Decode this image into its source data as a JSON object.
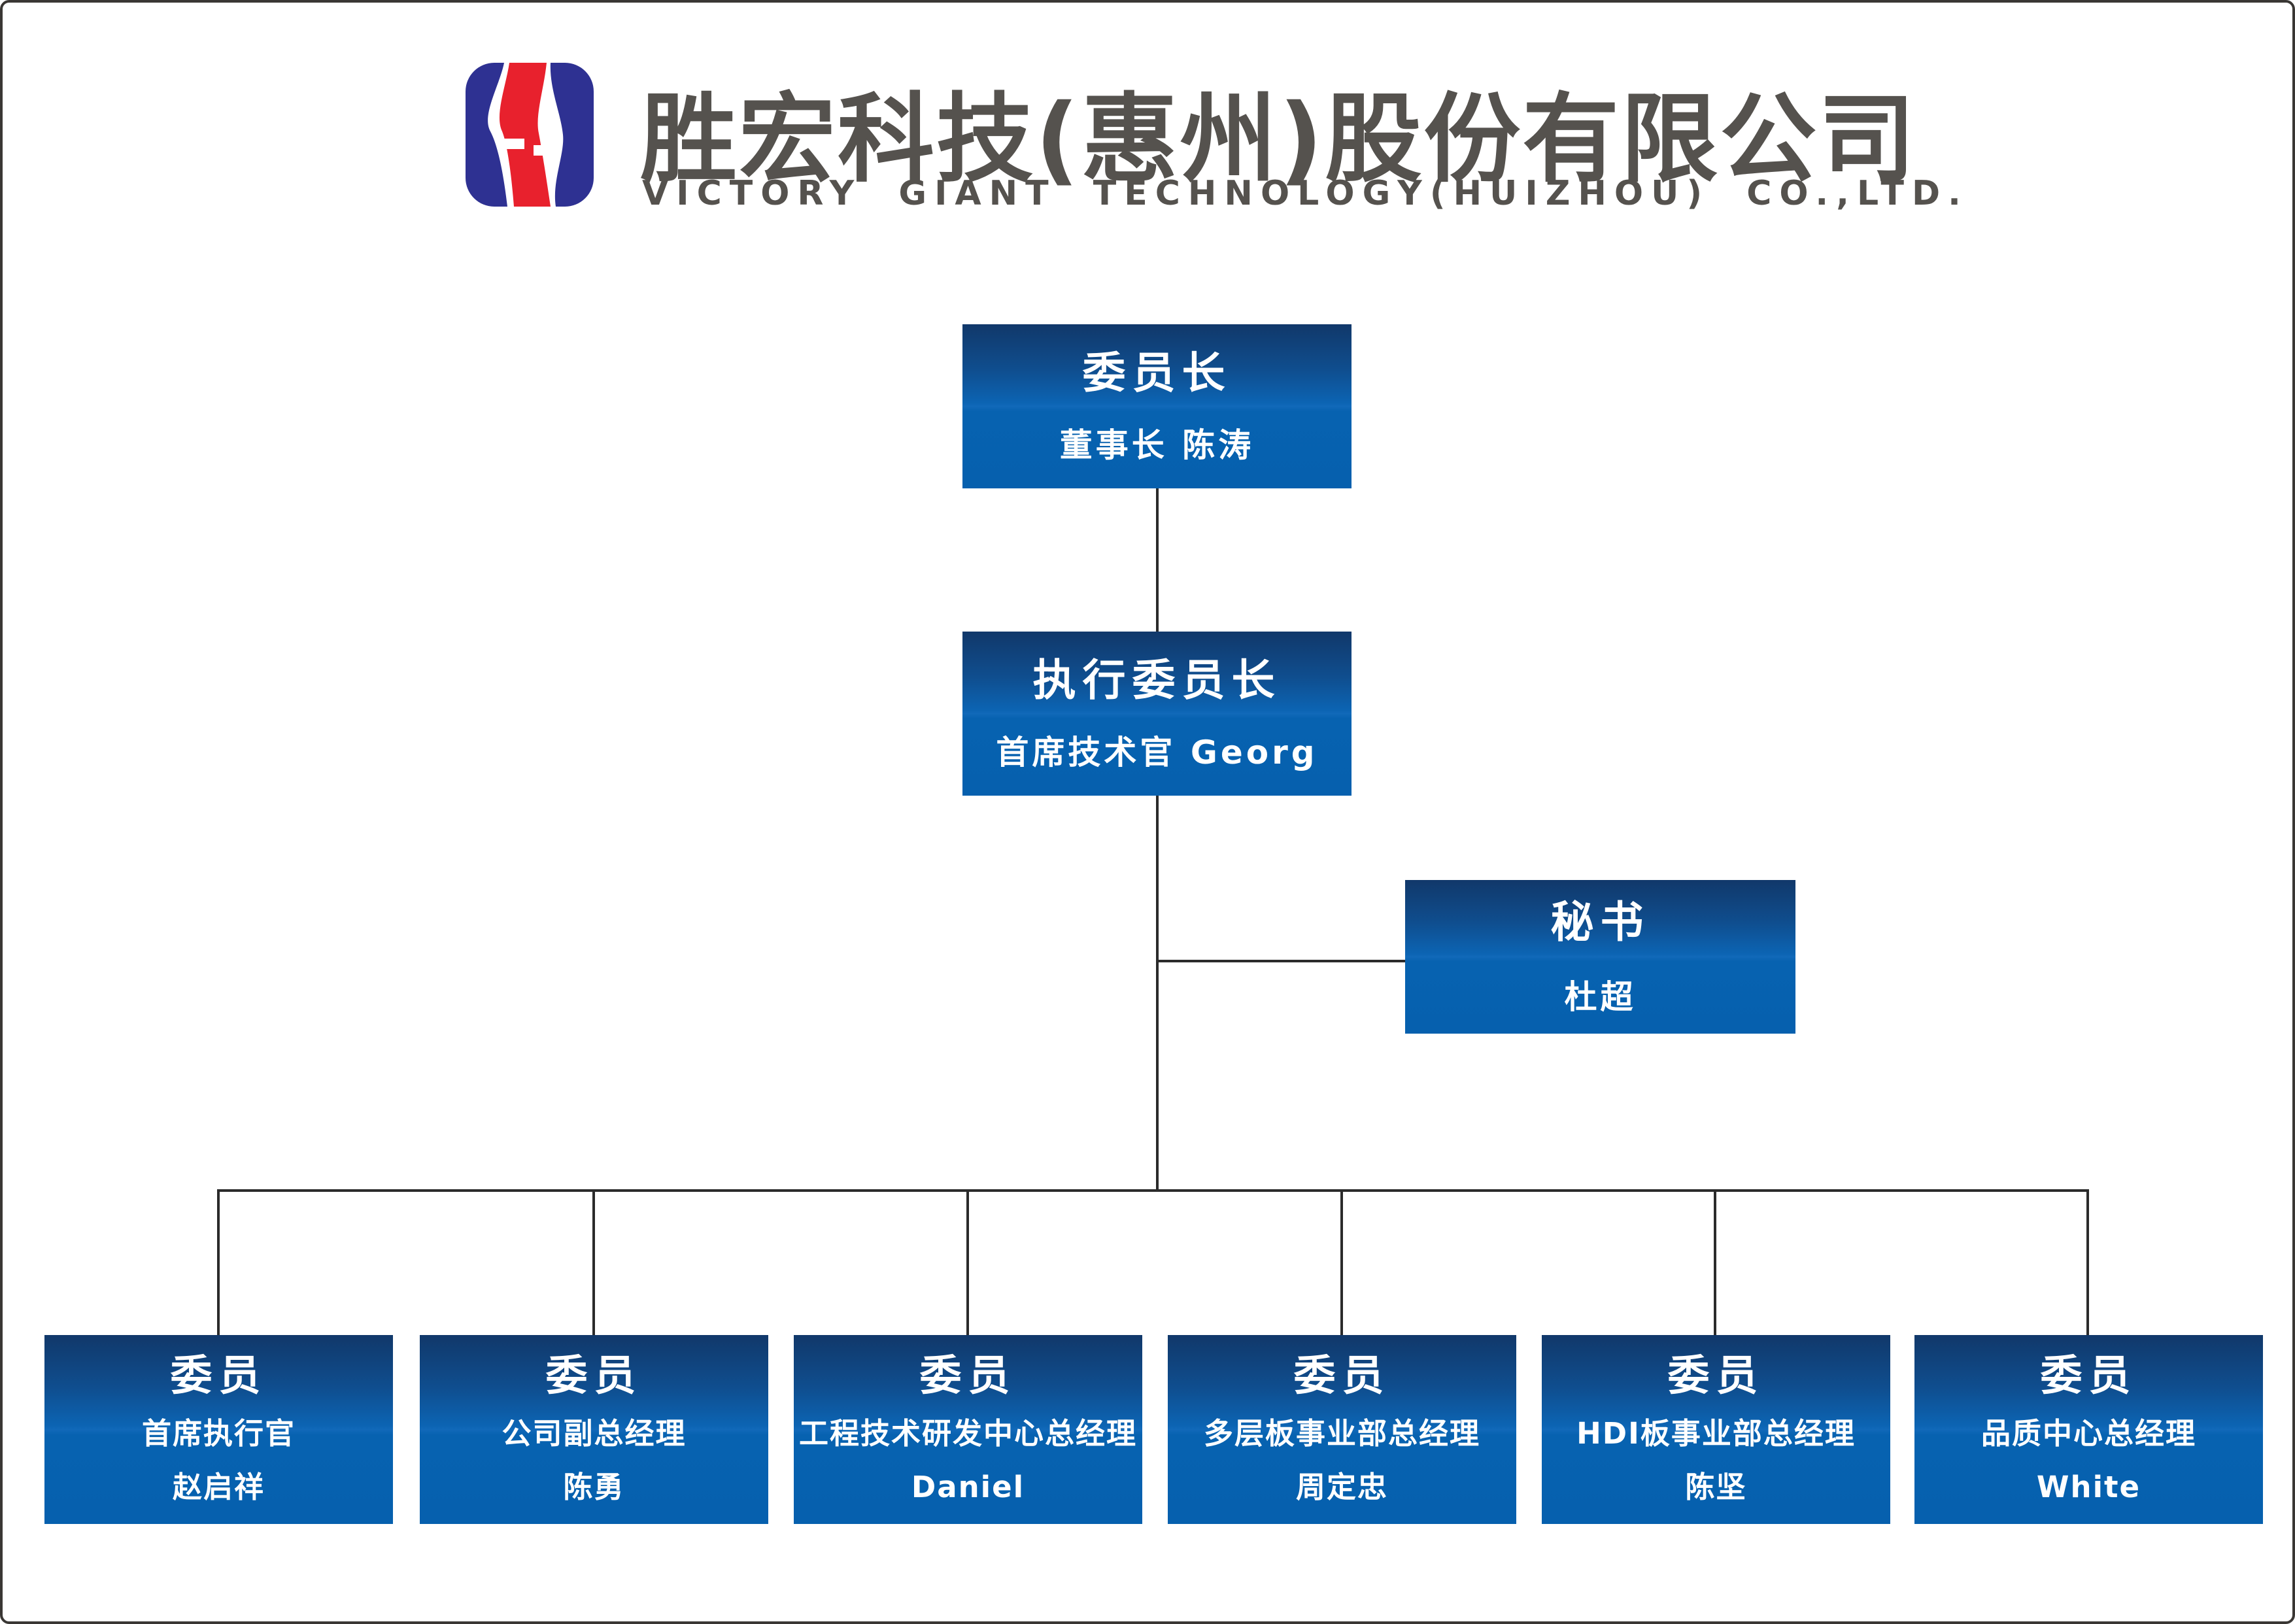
{
  "header": {
    "company_name_zh": "胜宏科技(惠州)股份有限公司",
    "company_name_en": "VICTORY GIANT TECHNOLOGY(HUIZHOU) CO.,LTD.",
    "text_color": "#55524e",
    "logo": {
      "label": "victory-giant-logo",
      "blue": "#2e3192",
      "red": "#e8212d"
    }
  },
  "org": {
    "colors": {
      "box_gradient_top": "#11386a",
      "box_gradient_mid": "#0c64b3",
      "box_gradient_seam": "#1169b9",
      "box_gradient_bottom": "#0660ae",
      "box_text": "#ffffff",
      "connector_line": "#2b2b2b"
    },
    "chairman": {
      "title": "委员长",
      "subtitle": "董事长 陈涛"
    },
    "exec_chairman": {
      "title": "执行委员长",
      "subtitle": "首席技术官 Georg"
    },
    "secretary": {
      "title": "秘书",
      "subtitle": "杜超"
    },
    "members": [
      {
        "title": "委员",
        "subtitle": "首席执行官",
        "name": "赵启祥"
      },
      {
        "title": "委员",
        "subtitle": "公司副总经理",
        "name": "陈勇"
      },
      {
        "title": "委员",
        "subtitle": "工程技术研发中心总经理",
        "name": "Daniel"
      },
      {
        "title": "委员",
        "subtitle": "多层板事业部总经理",
        "name": "周定忠"
      },
      {
        "title": "委员",
        "subtitle": "HDI板事业部总经理",
        "name": "陈坚"
      },
      {
        "title": "委员",
        "subtitle": "品质中心总经理",
        "name": "White"
      }
    ]
  }
}
